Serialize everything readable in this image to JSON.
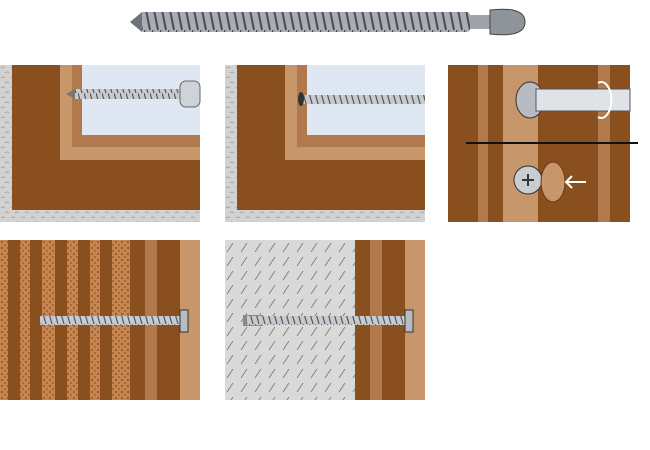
{
  "colors": {
    "wood": "#8a4f1f",
    "wood_light": "#c7966a",
    "plaster": "#d4d4d4",
    "sky": "#dfe8f2",
    "steel": "#b8bcc2",
    "brick": "#c07a4a",
    "concrete": "#d9d9d9",
    "arrow": "#ffffff"
  },
  "panels": [
    {
      "step": "drill-hole-in-frame",
      "icon": "drill-bit-icon"
    },
    {
      "step": "insert-screw-through-frame",
      "icon": "screw-icon"
    },
    {
      "step": "tighten-screw-and-cap",
      "icon": "screwdriver-rotate-icon"
    },
    {
      "step": "screw-into-perforated-brick",
      "icon": "brick-wall-icon"
    },
    {
      "step": "screw-into-concrete",
      "icon": "concrete-wall-icon"
    }
  ]
}
